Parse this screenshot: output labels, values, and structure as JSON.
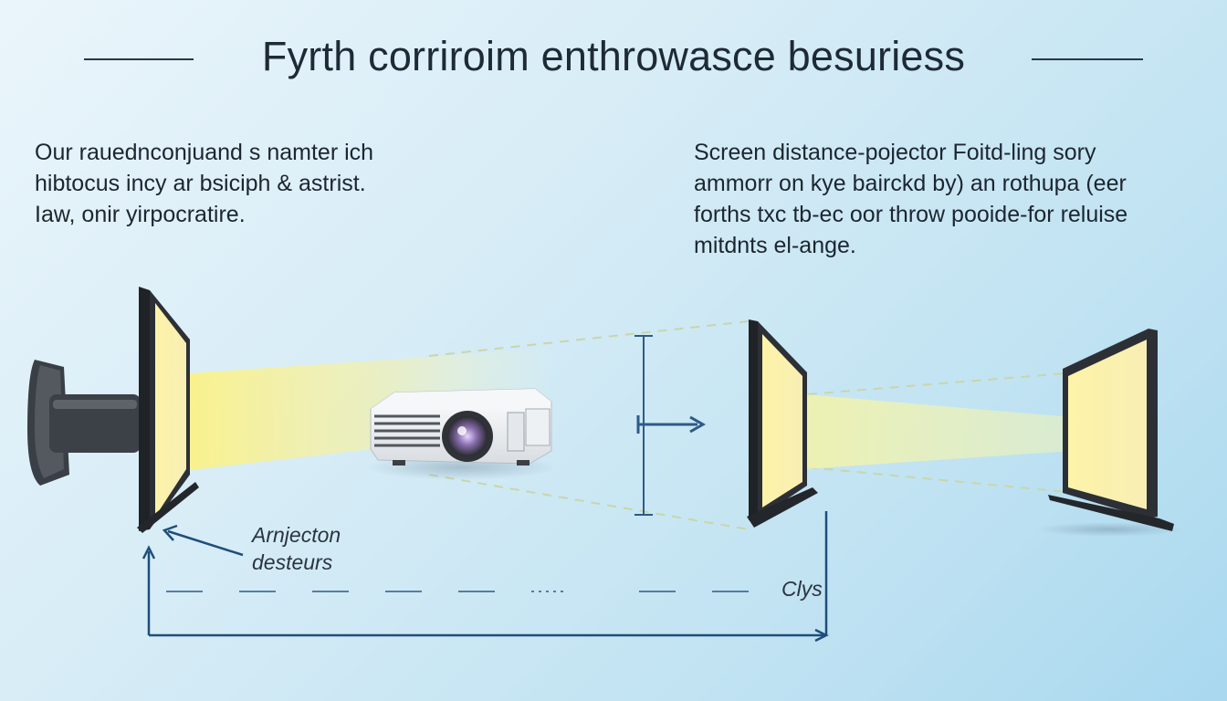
{
  "title": "Fyrth corriroim enthrowasce besuriess",
  "left_description": "Our rauednconjuand s namter ich\nhibtocus incy ar bsiciph & astrist.\nIaw, onir yirpocratire.",
  "right_description": "Screen distance-pojector Foitd-ling sory\nammorr on kye bairckd by) an rothupa (eer\nforths txc tb-ec oor throw pooide-for reluise\nmitdnts el-ange.",
  "labels": {
    "projection": "Arnjecton\ndesteurs",
    "distance": "Clys"
  },
  "colors": {
    "background": "#cfe8f4",
    "text": "#1c2630",
    "line": "#1f4e7a",
    "beam": "#fff27a",
    "screen_fill": "#fbf3b0",
    "frame": "#2c3036"
  },
  "icons": [
    "wall-mount-icon",
    "screen-icon",
    "projector-icon",
    "arrow-icon"
  ]
}
